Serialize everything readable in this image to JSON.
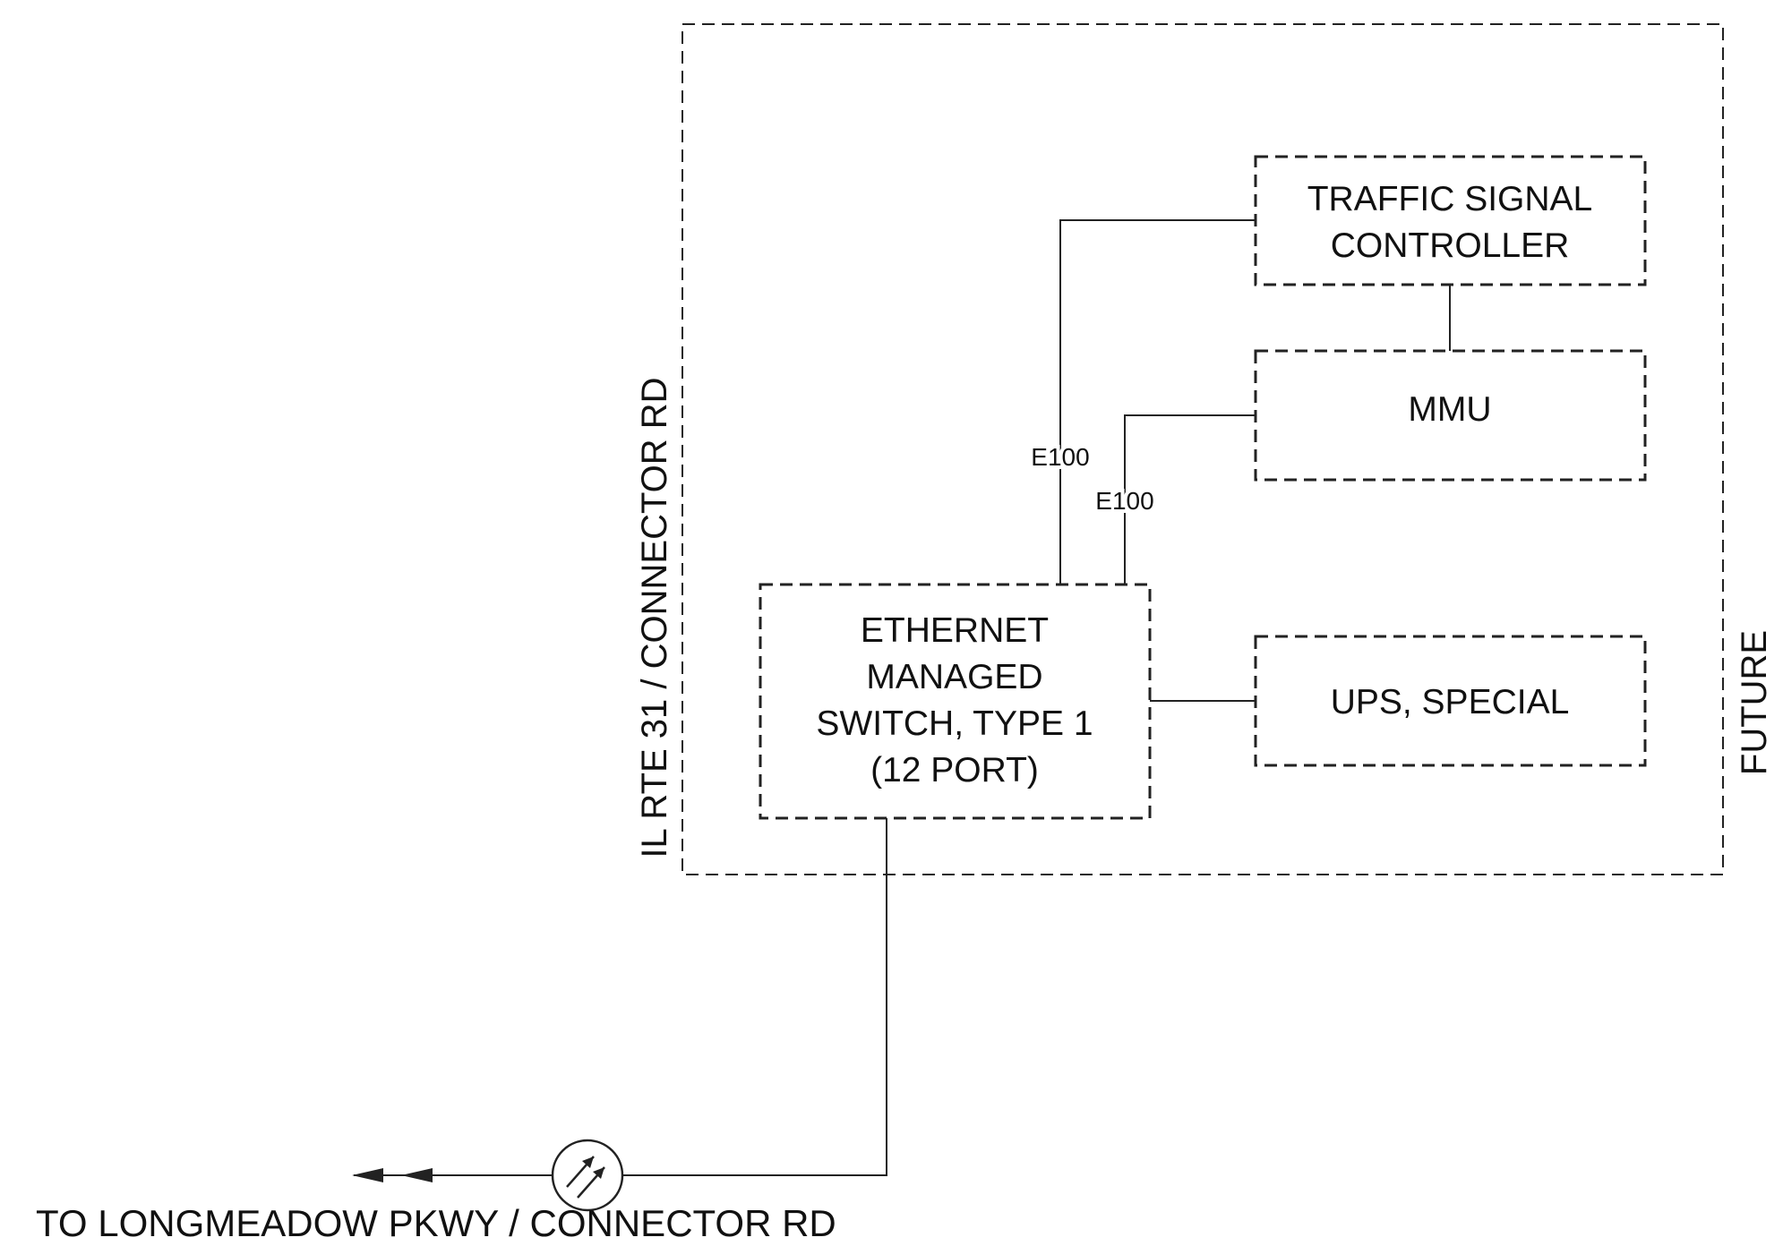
{
  "location_label": "IL RTE 31 / CONNECTOR RD",
  "future_label": "FUTURE",
  "components": {
    "traffic_signal_controller": {
      "lines": [
        "TRAFFIC SIGNAL",
        "CONTROLLER"
      ]
    },
    "mmu": {
      "lines": [
        "MMU"
      ]
    },
    "ups_special": {
      "lines": [
        "UPS, SPECIAL"
      ]
    },
    "ethernet_switch": {
      "lines": [
        "ETHERNET",
        "MANAGED",
        "SWITCH, TYPE 1",
        "(12 PORT)"
      ]
    }
  },
  "links": [
    {
      "label": "E100"
    },
    {
      "label": "E100"
    }
  ],
  "destination_label": "TO LONGMEADOW PKWY / CONNECTOR RD",
  "icons": {
    "fiber_splice": "optical-connector-icon",
    "direction": "double-arrow-left-icon"
  }
}
